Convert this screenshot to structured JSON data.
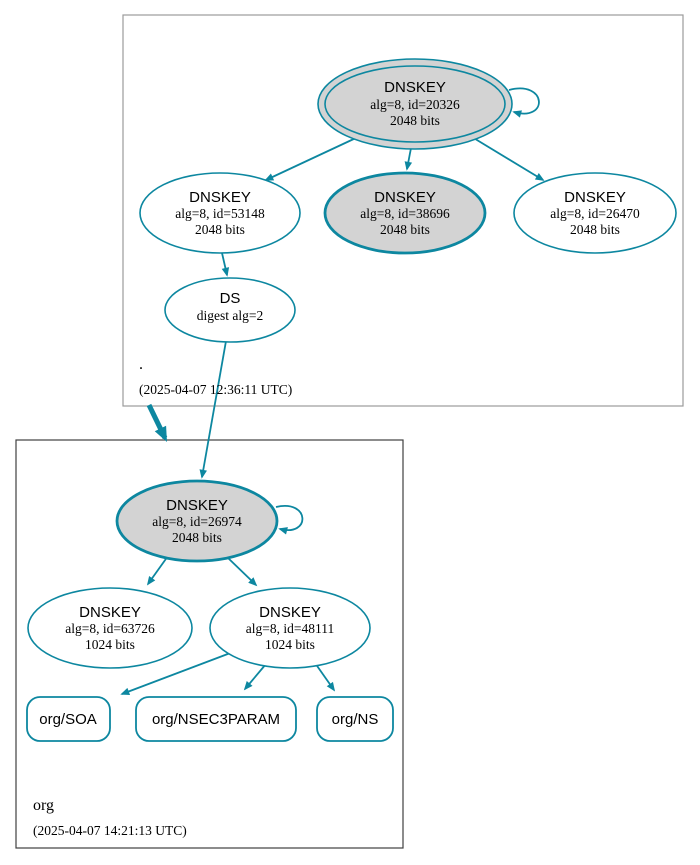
{
  "colors": {
    "edge": "#0d87a0",
    "node-stroke": "#0d87a0",
    "node-fill": "#d3d3d3",
    "root-border": "#9b9b9b",
    "org-border": "#3f3f3f",
    "background": "#ffffff"
  },
  "root_cluster": {
    "label": ".",
    "timestamp": "(2025-04-07 12:36:11 UTC)",
    "ksk": {
      "title": "DNSKEY",
      "alg": "alg=8, id=20326",
      "bits": "2048 bits"
    },
    "zsk_left": {
      "title": "DNSKEY",
      "alg": "alg=8, id=53148",
      "bits": "2048 bits"
    },
    "zsk_mid": {
      "title": "DNSKEY",
      "alg": "alg=8, id=38696",
      "bits": "2048 bits"
    },
    "zsk_right": {
      "title": "DNSKEY",
      "alg": "alg=8, id=26470",
      "bits": "2048 bits"
    },
    "ds": {
      "title": "DS",
      "detail": "digest alg=2"
    }
  },
  "org_cluster": {
    "label": "org",
    "timestamp": "(2025-04-07 14:21:13 UTC)",
    "ksk": {
      "title": "DNSKEY",
      "alg": "alg=8, id=26974",
      "bits": "2048 bits"
    },
    "zsk_left": {
      "title": "DNSKEY",
      "alg": "alg=8, id=63726",
      "bits": "1024 bits"
    },
    "zsk_right": {
      "title": "DNSKEY",
      "alg": "alg=8, id=48111",
      "bits": "1024 bits"
    },
    "records": {
      "soa": "org/SOA",
      "nsec3param": "org/NSEC3PARAM",
      "ns": "org/NS"
    }
  }
}
